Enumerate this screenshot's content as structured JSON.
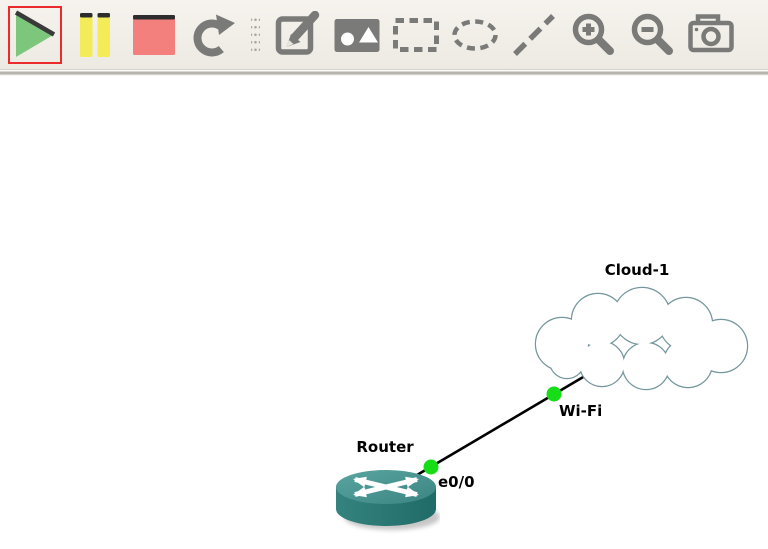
{
  "toolbar": {
    "buttons": [
      {
        "id": "start",
        "icon": "play-icon",
        "selected": true
      },
      {
        "id": "suspend",
        "icon": "pause-icon",
        "selected": false
      },
      {
        "id": "stop",
        "icon": "stop-icon",
        "selected": false
      },
      {
        "id": "reload",
        "icon": "reload-icon",
        "selected": false
      },
      {
        "id": "add-note",
        "icon": "note-edit-icon",
        "selected": false
      },
      {
        "id": "insert-image",
        "icon": "image-icon",
        "selected": false
      },
      {
        "id": "draw-rectangle",
        "icon": "rectangle-icon",
        "selected": false
      },
      {
        "id": "draw-ellipse",
        "icon": "ellipse-icon",
        "selected": false
      },
      {
        "id": "draw-line",
        "icon": "line-icon",
        "selected": false
      },
      {
        "id": "zoom-in",
        "icon": "zoom-in-icon",
        "selected": false
      },
      {
        "id": "zoom-out",
        "icon": "zoom-out-icon",
        "selected": false
      },
      {
        "id": "screenshot",
        "icon": "camera-icon",
        "selected": false
      }
    ],
    "selected_button": "start",
    "colors": {
      "background": "#f1eee8",
      "icon_gray": "#7a7a78",
      "play_green": "#7dc77d",
      "pause_yellow": "#f3eb57",
      "stop_red": "#f4807d",
      "selection_red": "#ea2a2c"
    }
  },
  "canvas": {
    "background": "#ffffff",
    "nodes": {
      "cloud": {
        "label": "Cloud-1",
        "type": "cloud",
        "outline_color": "#74969c"
      },
      "router": {
        "label": "Router",
        "type": "router",
        "body_color": "#2f7f7d"
      }
    },
    "link": {
      "from_node": "router",
      "from_port": "e0/0",
      "to_node": "cloud",
      "to_port": "Wi-Fi",
      "status_color": "#17dd17",
      "line_color": "#000000"
    }
  }
}
